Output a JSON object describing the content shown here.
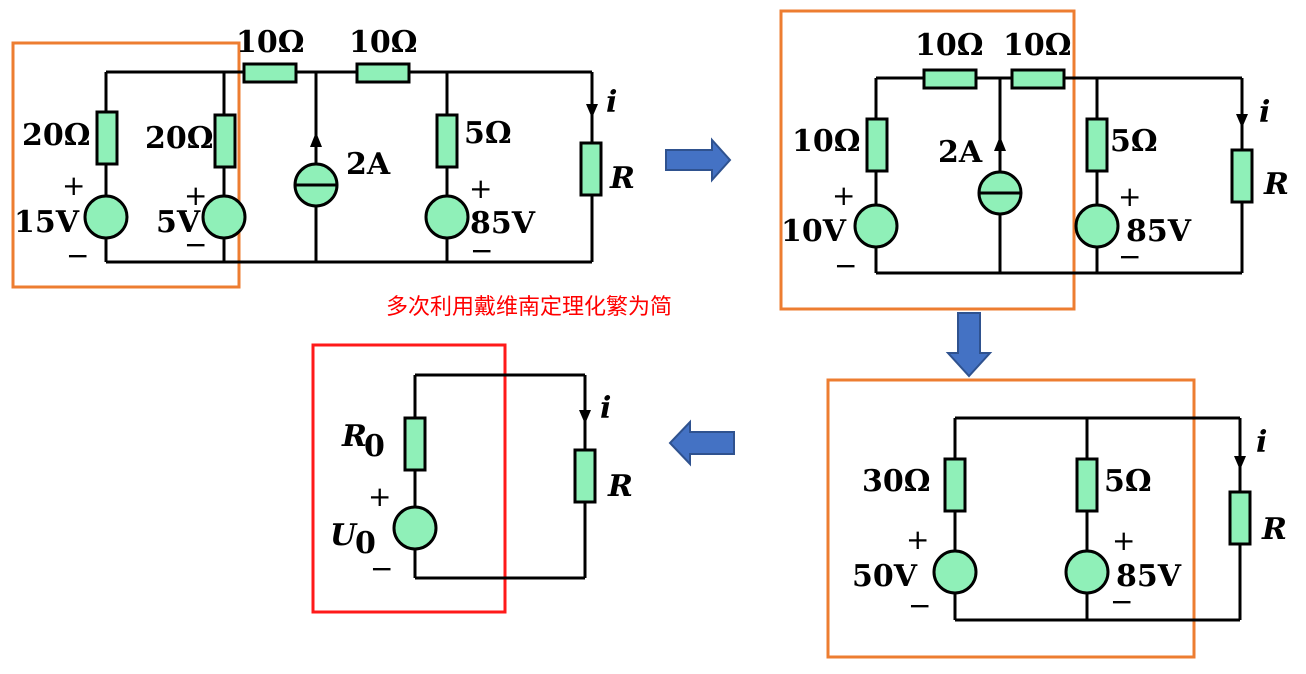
{
  "colors": {
    "resistor": "#8ff0b8",
    "source": "#8ff0b8",
    "orange_box": "#ed7d31",
    "red_box": "#ff1a1a",
    "arrow": "#4472c4",
    "note": "#ff0000"
  },
  "note": "多次利用戴维南定理化繁为简",
  "circuit1": {
    "r_top1": "10Ω",
    "r_top2": "10Ω",
    "r_left1": "20Ω",
    "r_left2": "20Ω",
    "v_left1": "15V",
    "v_left2": "5V",
    "i_src": "2A",
    "r_mid": "5Ω",
    "v_mid": "85V",
    "current": "i",
    "load": "R",
    "plus": "+",
    "minus": "−"
  },
  "circuit2": {
    "r_top1": "10Ω",
    "r_top2": "10Ω",
    "r_left": "10Ω",
    "v_left": "10V",
    "i_src": "2A",
    "r_mid": "5Ω",
    "v_mid": "85V",
    "current": "i",
    "load": "R",
    "plus": "+",
    "minus": "−"
  },
  "circuit3": {
    "r_left": "30Ω",
    "v_left": "50V",
    "r_mid": "5Ω",
    "v_mid": "85V",
    "current": "i",
    "load": "R",
    "plus": "+",
    "minus": "−"
  },
  "circuit4": {
    "r0": "R",
    "r0_sub": "0",
    "u0": "U",
    "u0_sub": "0",
    "current": "i",
    "load": "R",
    "plus": "+",
    "minus": "−"
  }
}
